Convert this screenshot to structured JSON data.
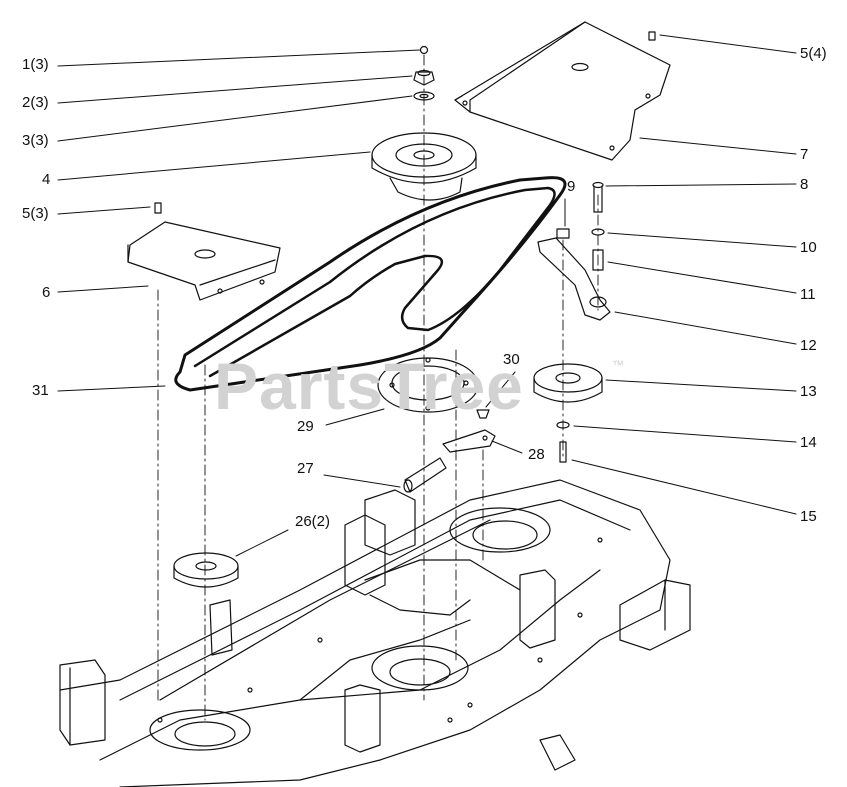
{
  "watermark": {
    "text": "PartsTree",
    "trademark": "™"
  },
  "callouts": [
    {
      "id": "c1",
      "text": "1(3)"
    },
    {
      "id": "c2",
      "text": "2(3)"
    },
    {
      "id": "c3",
      "text": "3(3)"
    },
    {
      "id": "c4",
      "text": "4"
    },
    {
      "id": "c5a",
      "text": "5(3)"
    },
    {
      "id": "c5b",
      "text": "5(4)"
    },
    {
      "id": "c6",
      "text": "6"
    },
    {
      "id": "c7",
      "text": "7"
    },
    {
      "id": "c8",
      "text": "8"
    },
    {
      "id": "c9",
      "text": "9"
    },
    {
      "id": "c10",
      "text": "10"
    },
    {
      "id": "c11",
      "text": "11"
    },
    {
      "id": "c12",
      "text": "12"
    },
    {
      "id": "c13",
      "text": "13"
    },
    {
      "id": "c14",
      "text": "14"
    },
    {
      "id": "c15",
      "text": "15"
    },
    {
      "id": "c26",
      "text": "26(2)"
    },
    {
      "id": "c27",
      "text": "27"
    },
    {
      "id": "c28",
      "text": "28"
    },
    {
      "id": "c29",
      "text": "29"
    },
    {
      "id": "c30",
      "text": "30"
    },
    {
      "id": "c31",
      "text": "31"
    }
  ]
}
